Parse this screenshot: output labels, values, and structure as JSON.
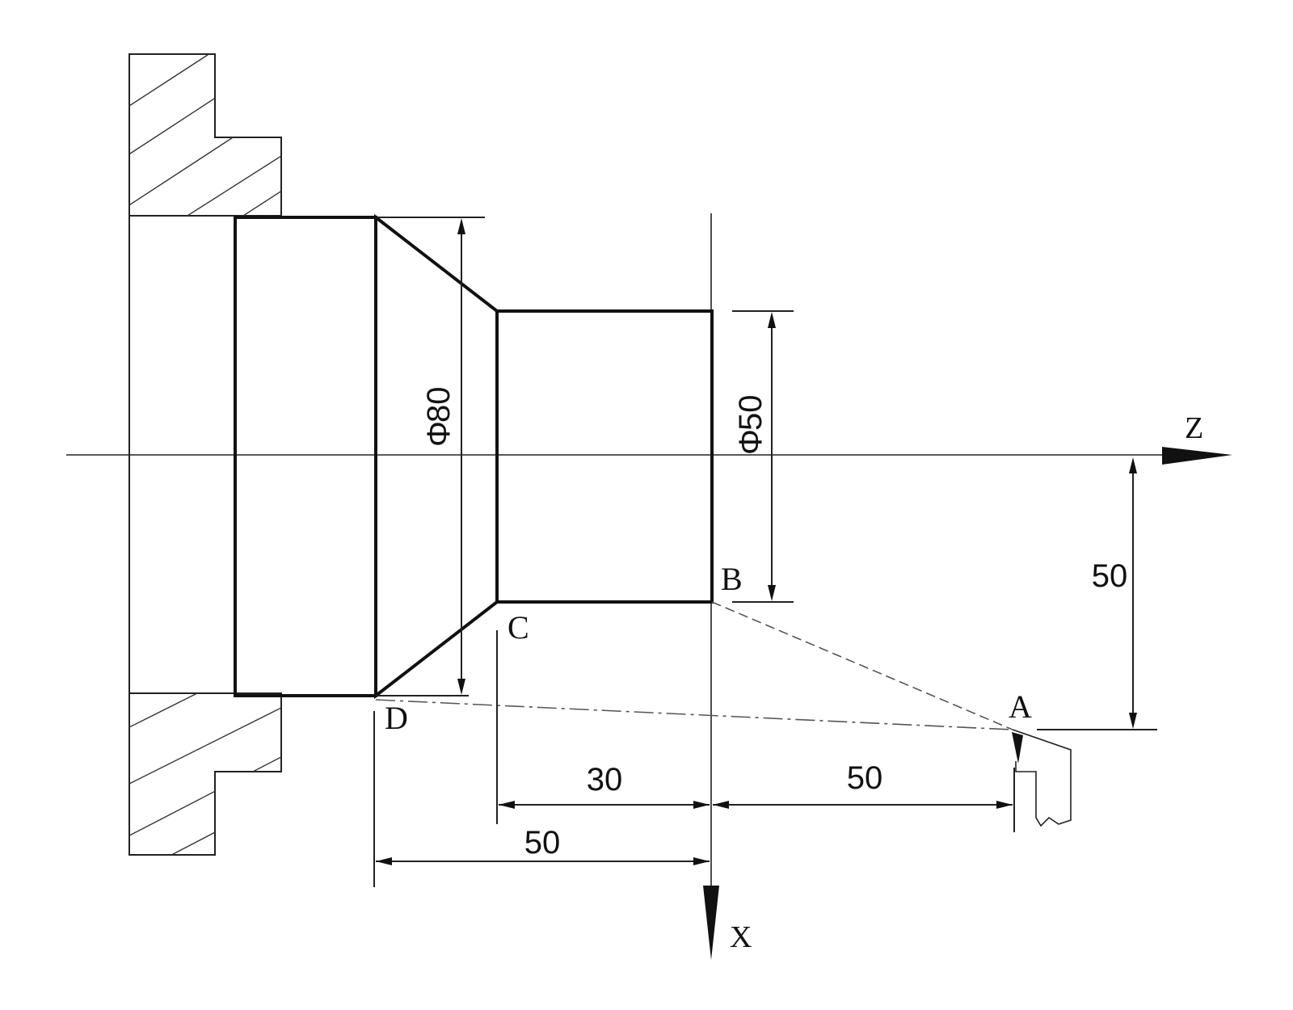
{
  "axes": {
    "z_label": "Z",
    "x_label": "X"
  },
  "points": {
    "A": "A",
    "B": "B",
    "C": "C",
    "D": "D"
  },
  "dimensions": {
    "dia_large": "80",
    "dia_small": "50",
    "dia_symbol": "Φ",
    "offset_vertical": "50",
    "length_bc": "30",
    "length_ba": "50",
    "length_db": "50"
  }
}
